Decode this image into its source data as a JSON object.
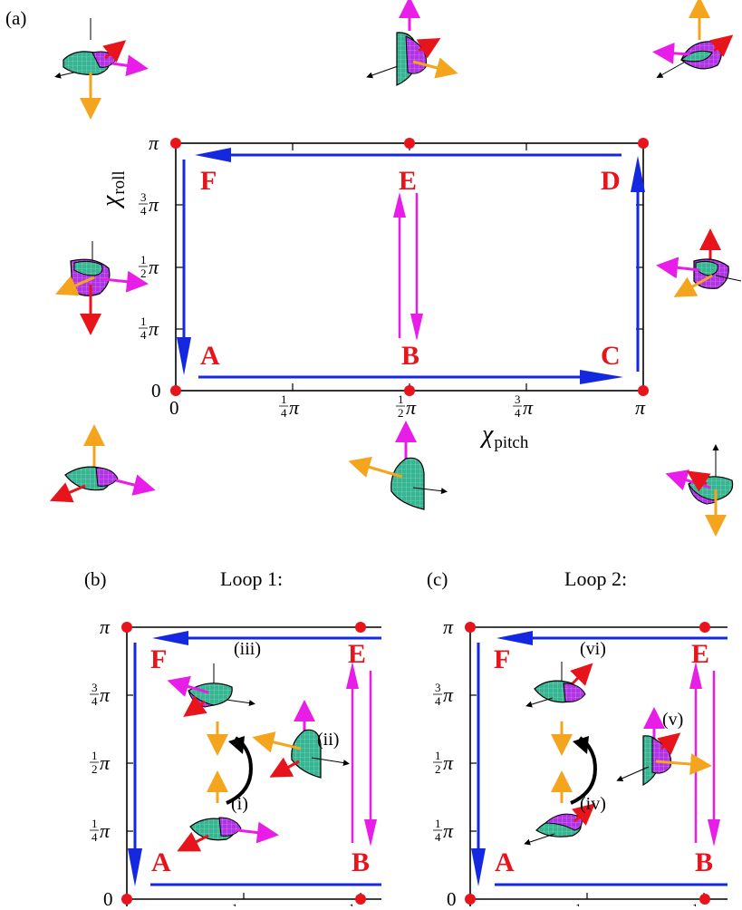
{
  "panel_labels": {
    "a": "(a)",
    "b": "(b)",
    "c": "(c)"
  },
  "loop_titles": {
    "loop1": "Loop 1:",
    "loop2": "Loop 2:"
  },
  "axes": {
    "x_symbol": "χ",
    "x_subscript": "pitch",
    "y_symbol": "χ",
    "y_subscript": "roll",
    "tick_zero": "0",
    "tick_pi": "π",
    "frac_num_1": "1",
    "frac_den_4": "4",
    "frac_den_2": "2",
    "frac_num_3": "3"
  },
  "points": {
    "A": "A",
    "B": "B",
    "C": "C",
    "D": "D",
    "E": "E",
    "F": "F"
  },
  "stages": {
    "i": "(i)",
    "ii": "(ii)",
    "iii": "(iii)",
    "iv": "(iv)",
    "v": "(v)",
    "vi": "(vi)"
  },
  "colors": {
    "blue": "#1428e0",
    "magenta": "#e81ee8",
    "red": "#e8141c",
    "orange": "#f5a41e",
    "teal": "#2fb08f",
    "purple": "#b030e8"
  }
}
